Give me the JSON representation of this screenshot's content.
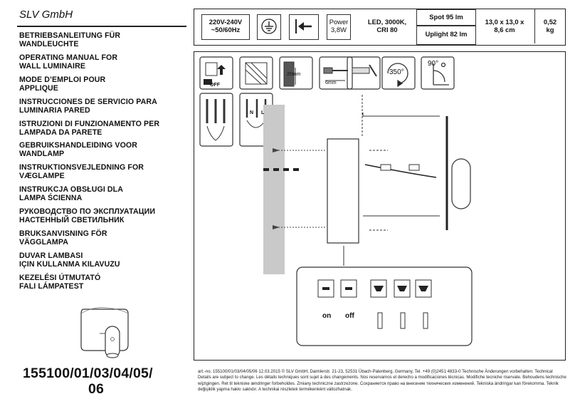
{
  "brand": "SLV GmbH",
  "titles": [
    [
      "BETRIEBSANLEITUNG FÜR",
      "WANDLEUCHTE"
    ],
    [
      "OPERATING MANUAL FOR",
      "WALL LUMINAIRE"
    ],
    [
      "MODE D’EMPLOI POUR",
      "APPLIQUE"
    ],
    [
      "INSTRUCCIONES DE SERVICIO PARA",
      "LUMINARIA PARED"
    ],
    [
      "ISTRUZIONI DI FUNZIONAMENTO PER",
      "LAMPADA DA PARETE"
    ],
    [
      "GEBRUIKSHANDLEIDING VOOR",
      "WANDLAMP"
    ],
    [
      "INSTRUKTIONSVEJLEDNING FOR",
      "VÆGLAMPE"
    ],
    [
      "INSTRUKCJA OBSŁUGI DLA",
      "LAMPA ŚCIENNA"
    ],
    [
      "РУКОВОДСТВО ПО ЭКСПЛУАТАЦИИ",
      "НАСТЕННЫЙ СВЕТИЛЬНИК"
    ],
    [
      "BRUKSANVISNING FÖR",
      "VÄGGLAMPA"
    ],
    [
      "DUVAR LAMBASI",
      "IÇIN KULLANMA KILAVUZU"
    ],
    [
      "KEZELÉSI ÚTMUTATÓ",
      "FALI LÁMPATEST"
    ]
  ],
  "article_number": [
    "155100/01/03/04/05/",
    "06"
  ],
  "specs": {
    "voltage": [
      "220V-240V",
      "~50/60Hz"
    ],
    "power": [
      "Power",
      "3,8W"
    ],
    "led": [
      "LED, 3000K,",
      "CRI 80"
    ],
    "spot": "Spot 95 lm",
    "uplight": "Uplight 82 lm",
    "dimensions": [
      "13,0 x 13,0 x",
      "8,6 cm"
    ],
    "weight": [
      "0,52",
      "kg"
    ]
  },
  "icons": {
    "earth": "protective-earth-icon",
    "class": "protection-class-icon"
  },
  "steps": {
    "off_label": "OFF",
    "strip_length": "20mm",
    "drill": "6mm",
    "rotate": "350°",
    "tilt": "90°",
    "terminal_n": "N",
    "terminal_l": "L"
  },
  "switch": {
    "on": "on",
    "off": "off"
  },
  "footer": "art.-no. 155100/01/03/04/05/06    12.03.2015 © SLV GmbH, Daimlerstr. 21-23, 52531 Übach-Palenberg, Germany, Tel. +49 (0)2451 4833-0    Technische Änderungen vorbehalten. Technical Details are subject to change. Les détails techniques sont sujet à des changements. Nos reservamos el derecho a modificaciones técnicas. Modifiche tecniche riservate. Behoudens technische wijzigingen. Ret til tekniske ændringer forbeholdes. Zmiany techniczne zastrzeżone. Сохраняется право на внесение технических изменений. Tekniska ändringar kan förekomma. Teknik değişiklik yapma hakkı saklıdır. A technikai részletek termékenként változhatnak."
}
